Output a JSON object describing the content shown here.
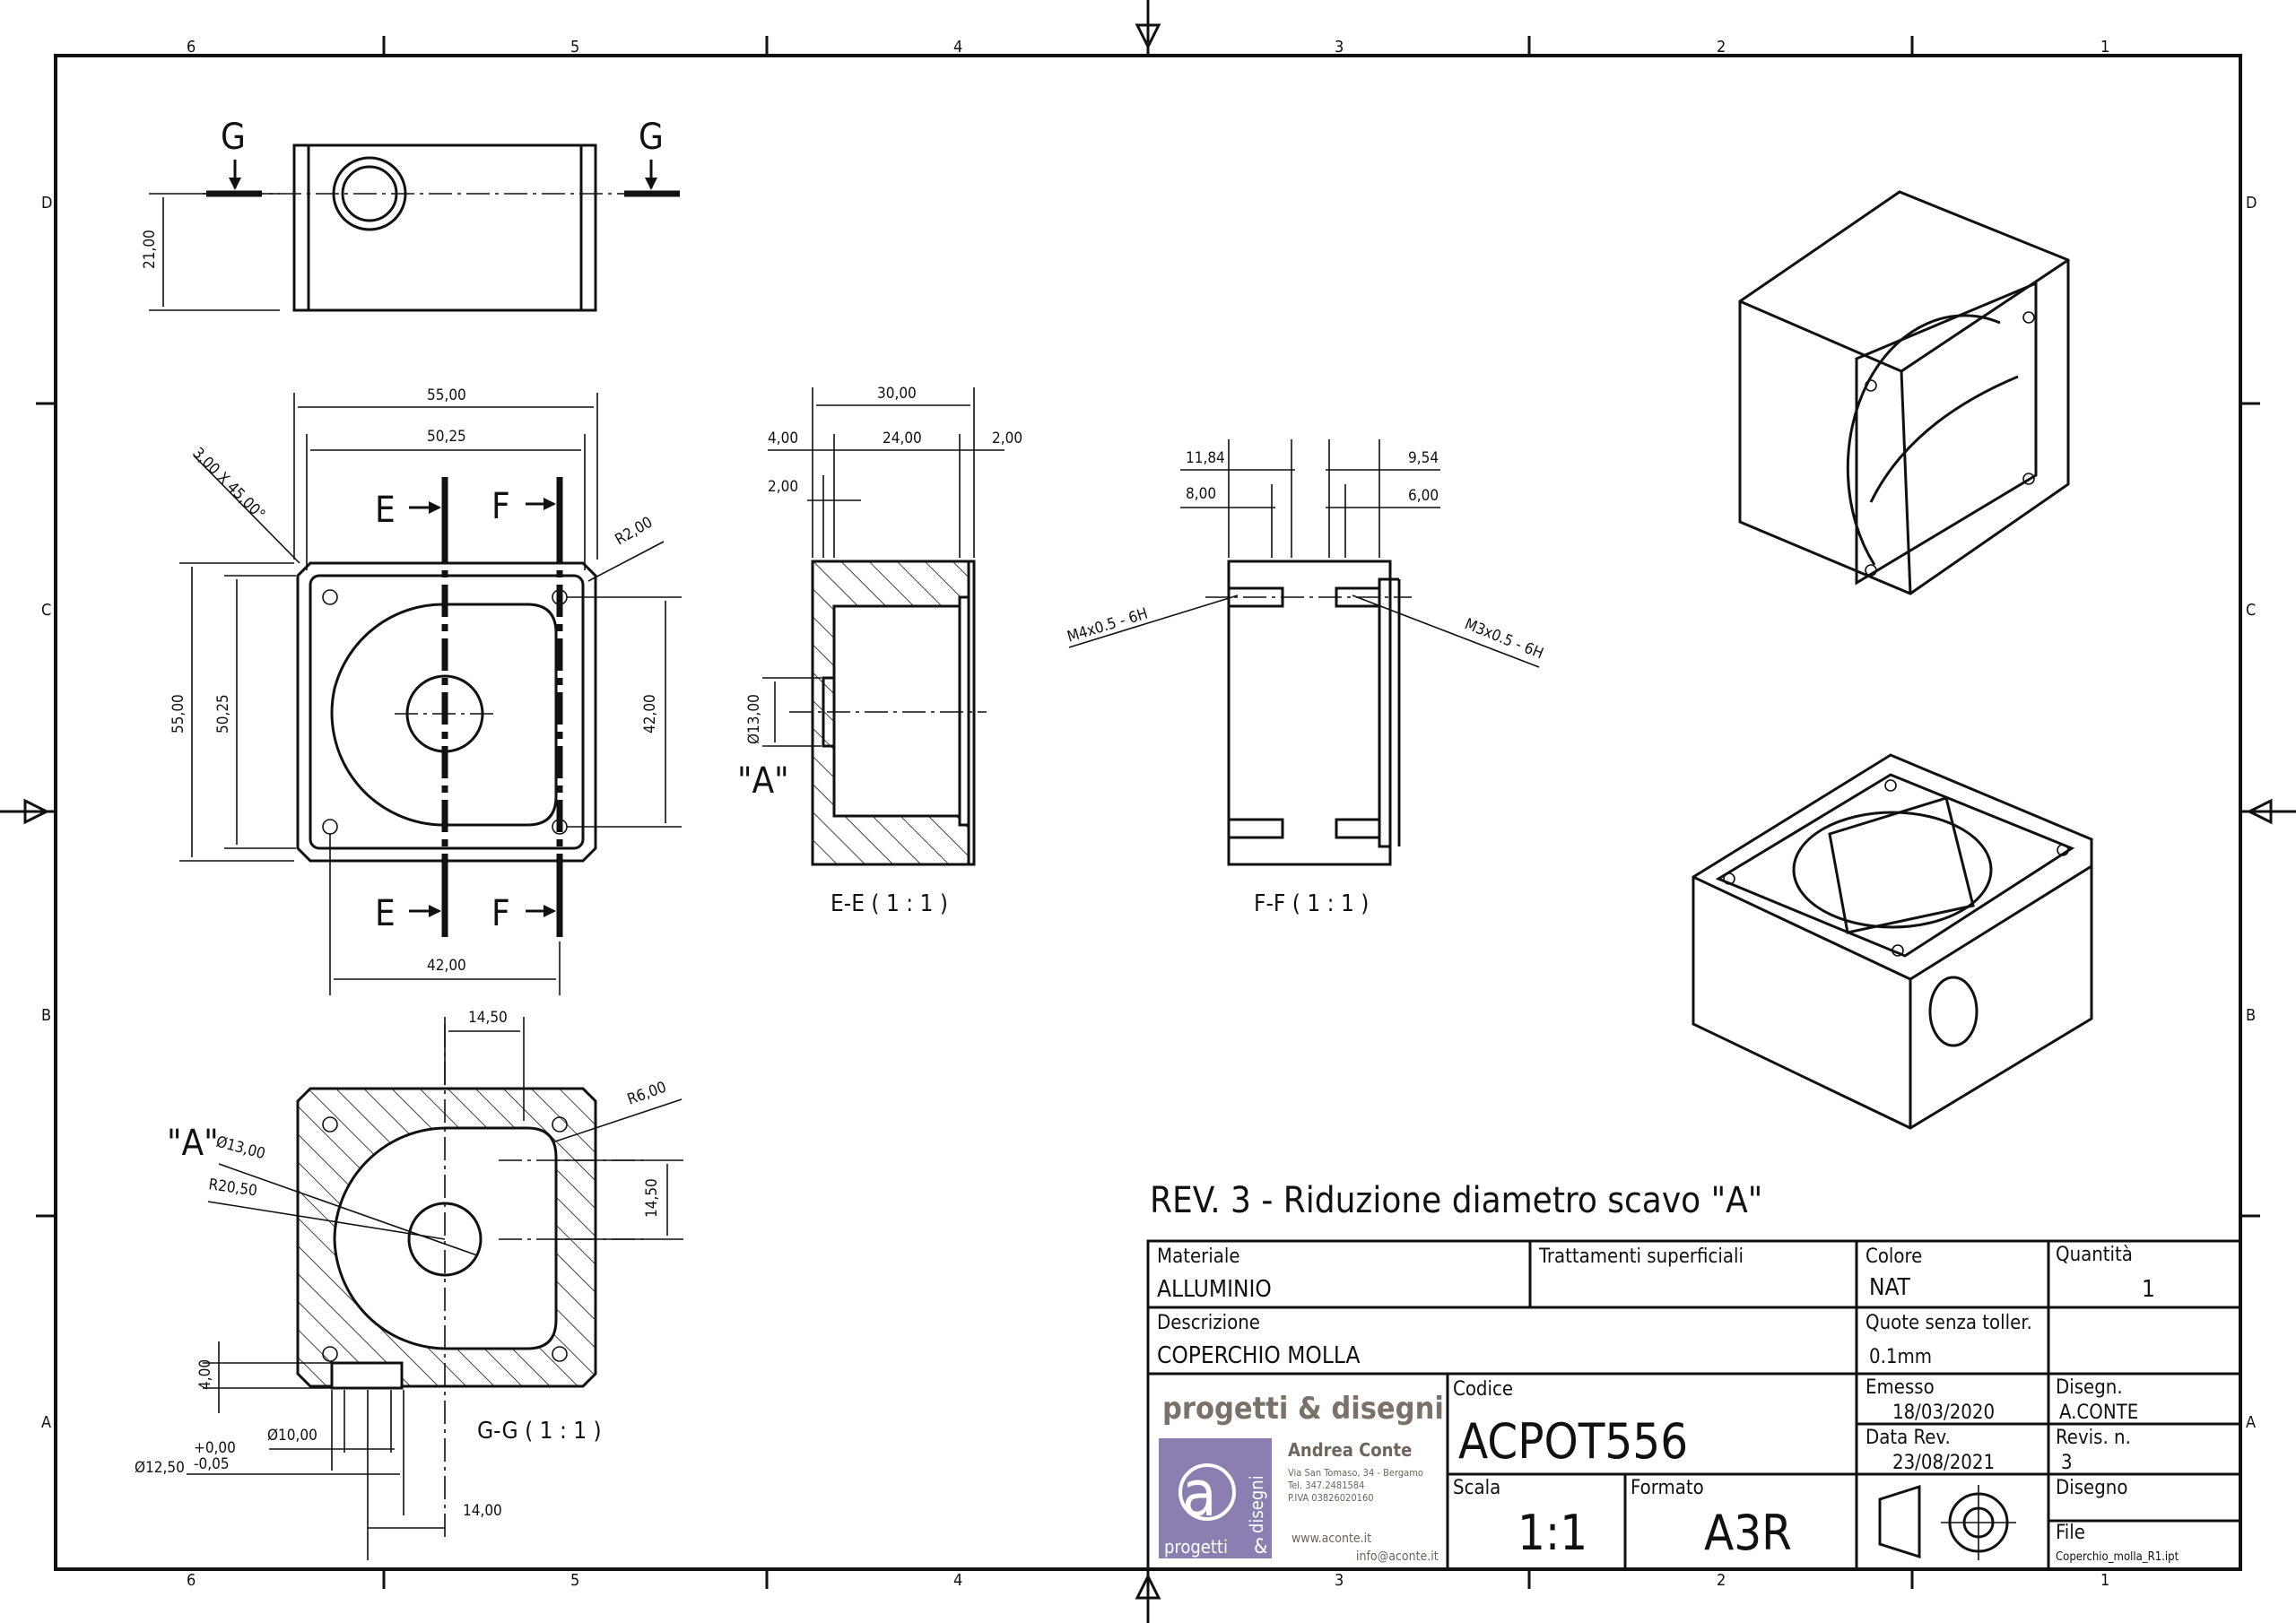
{
  "frame": {
    "columns": [
      "6",
      "5",
      "4",
      "3",
      "2",
      "1"
    ],
    "rows": [
      "D",
      "C",
      "B",
      "A"
    ]
  },
  "views": {
    "section_g_labels": [
      "G",
      "G"
    ],
    "section_ef_labels": [
      "E",
      "F",
      "E",
      "F"
    ],
    "ee_title": "E-E ( 1 : 1 )",
    "ff_title": "F-F ( 1 : 1 )",
    "gg_title": "G-G ( 1 : 1 )"
  },
  "dimensions": {
    "top_height": "21,00",
    "front_w_outer": "55,00",
    "front_w_inner": "50,25",
    "chamfer": "3,00 X 45,00°",
    "radius_r2": "R2,00",
    "front_h_outer": "55,00",
    "front_h_inner": "50,25",
    "front_h_holes": "42,00",
    "front_w_holes": "42,00",
    "ee_total": "30,00",
    "ee_left": "4,00",
    "ee_mid": "24,00",
    "ee_right": "2,00",
    "ee_step": "2,00",
    "ee_dia": "Ø13,00",
    "ee_a": "\"A\"",
    "ff_l1": "11,84",
    "ff_l2": "8,00",
    "ff_r1": "9,54",
    "ff_r2": "6,00",
    "ff_thread_l": "M4x0.5 - 6H",
    "ff_thread_r": "M3x0.5 - 6H",
    "gg_top": "14,50",
    "gg_r6": "R6,00",
    "gg_a": "\"A\"",
    "gg_dia13": "Ø13,00",
    "gg_r20": "R20,50",
    "gg_right": "14,50",
    "gg_4": "4,00",
    "gg_dia10": "Ø10,00",
    "gg_tol_plus": "+0,00",
    "gg_tol_minus": "-0,05",
    "gg_dia12": "Ø12,50",
    "gg_14": "14,00"
  },
  "revision_note": "REV. 3 - Riduzione diametro scavo \"A\"",
  "title_block": {
    "materiale_label": "Materiale",
    "materiale": "ALLUMINIO",
    "trattamenti_label": "Trattamenti superficiali",
    "colore_label": "Colore",
    "colore": "NAT",
    "quantita_label": "Quantità",
    "quantita": "1",
    "descrizione_label": "Descrizione",
    "descrizione": "COPERCHIO MOLLA",
    "quote_label": "Quote senza toller.",
    "quote": "0.1mm",
    "company_name": "progetti & disegni",
    "person": "Andrea Conte",
    "address": "Via San Tomaso, 34 - Bergamo",
    "tel": "Tel. 347.2481584",
    "piva": "P.IVA 03826020160",
    "web": "www.aconte.it",
    "email": "info@aconte.it",
    "logo_letter": "a",
    "logo_word1": "progetti",
    "logo_amp": "&",
    "logo_word2": "disegni",
    "codice_label": "Codice",
    "codice": "ACPOT556",
    "emesso_label": "Emesso",
    "emesso": "18/03/2020",
    "disegn_label": "Disegn.",
    "disegn": "A.CONTE",
    "data_rev_label": "Data Rev.",
    "data_rev": "23/08/2021",
    "revis_label": "Revis. n.",
    "revis": "3",
    "scala_label": "Scala",
    "scala": "1:1",
    "formato_label": "Formato",
    "formato": "A3R",
    "disegno_label": "Disegno",
    "file_label": "File",
    "file": "Coperchio_molla_R1.ipt"
  }
}
